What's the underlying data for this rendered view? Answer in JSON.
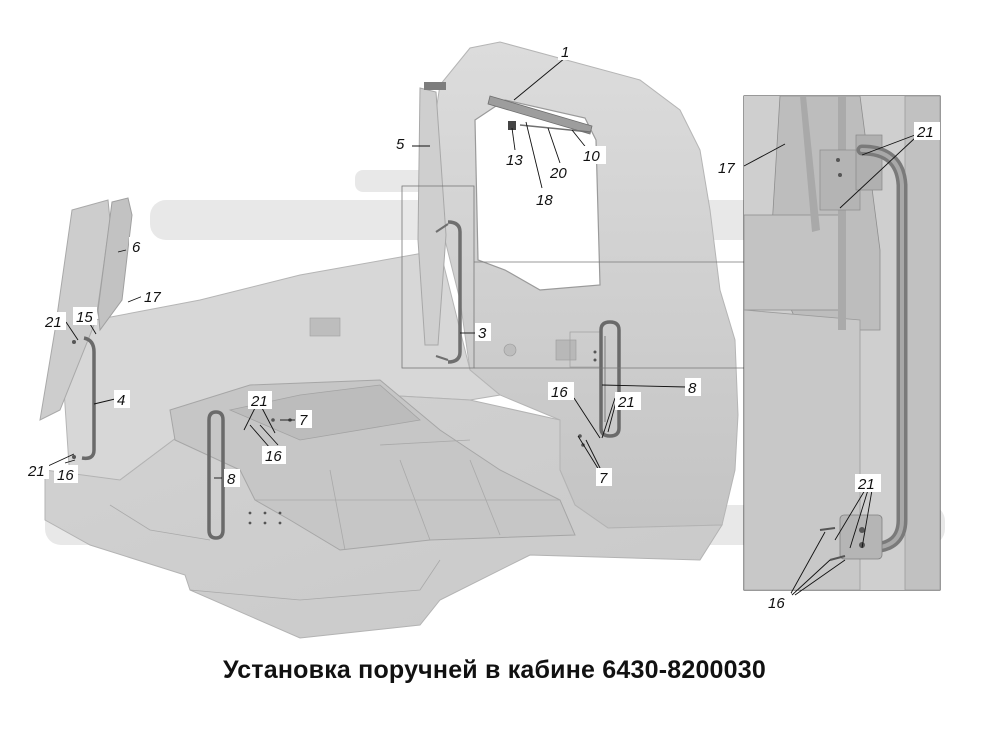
{
  "caption": "Установка поручней в кабине 6430-8200030",
  "callouts": {
    "c1": "1",
    "c5": "5",
    "c13": "13",
    "c18": "18",
    "c20": "20",
    "c10": "10",
    "c6": "6",
    "c17a": "17",
    "c21a": "21",
    "c15": "15",
    "c4": "4",
    "c21b": "21",
    "c16a": "16",
    "c3": "3",
    "c21c": "21",
    "c7a": "7",
    "c16b": "16",
    "c8a": "8",
    "c16c": "16",
    "c21d": "21",
    "c8b": "8",
    "c7b": "7",
    "c17b": "17",
    "c21e": "21",
    "c21f": "21",
    "c16d": "16"
  }
}
